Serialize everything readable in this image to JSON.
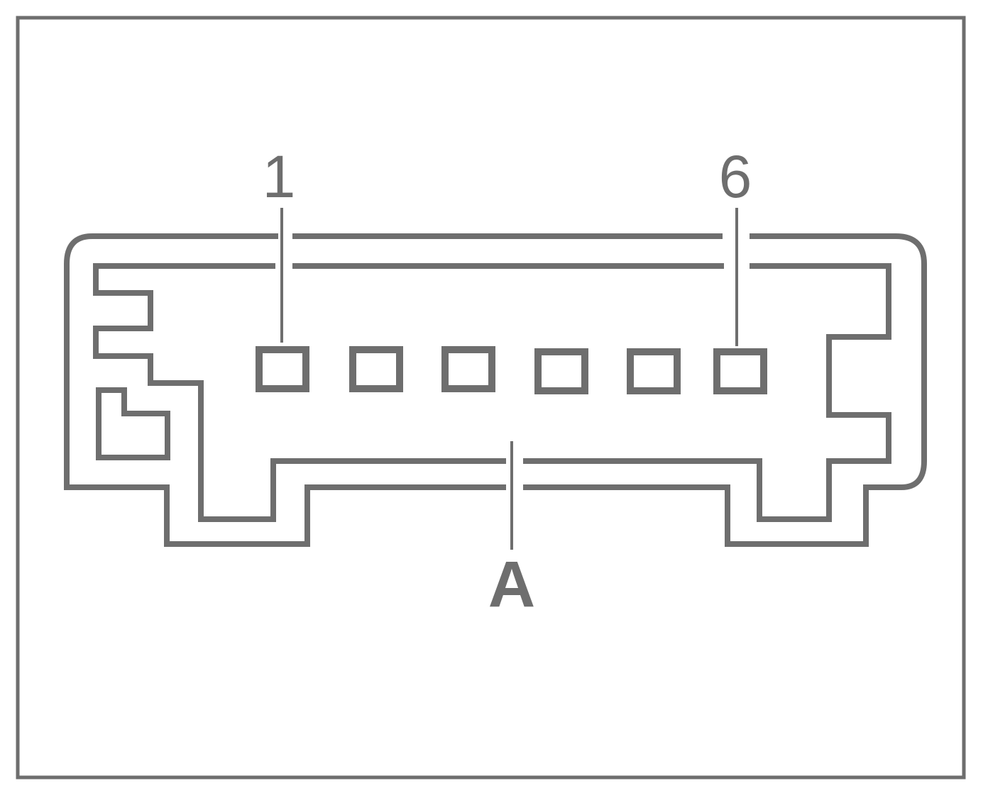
{
  "callouts": {
    "pin_first": "1",
    "pin_last": "6",
    "connector_label": "A"
  },
  "connector": {
    "pin_count": 6
  },
  "colors": {
    "stroke": "#6e6e6e",
    "background": "#ffffff"
  }
}
